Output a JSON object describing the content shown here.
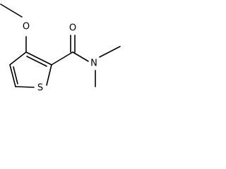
{
  "molecule": {
    "atoms": {
      "ring_sulfur": "S",
      "methoxy_oxygen": "O",
      "carbonyl_oxygen": "O",
      "amide_nitrogen": "N"
    }
  },
  "colors": {
    "bond": "#000000",
    "label": "#000000",
    "background": "#ffffff"
  }
}
